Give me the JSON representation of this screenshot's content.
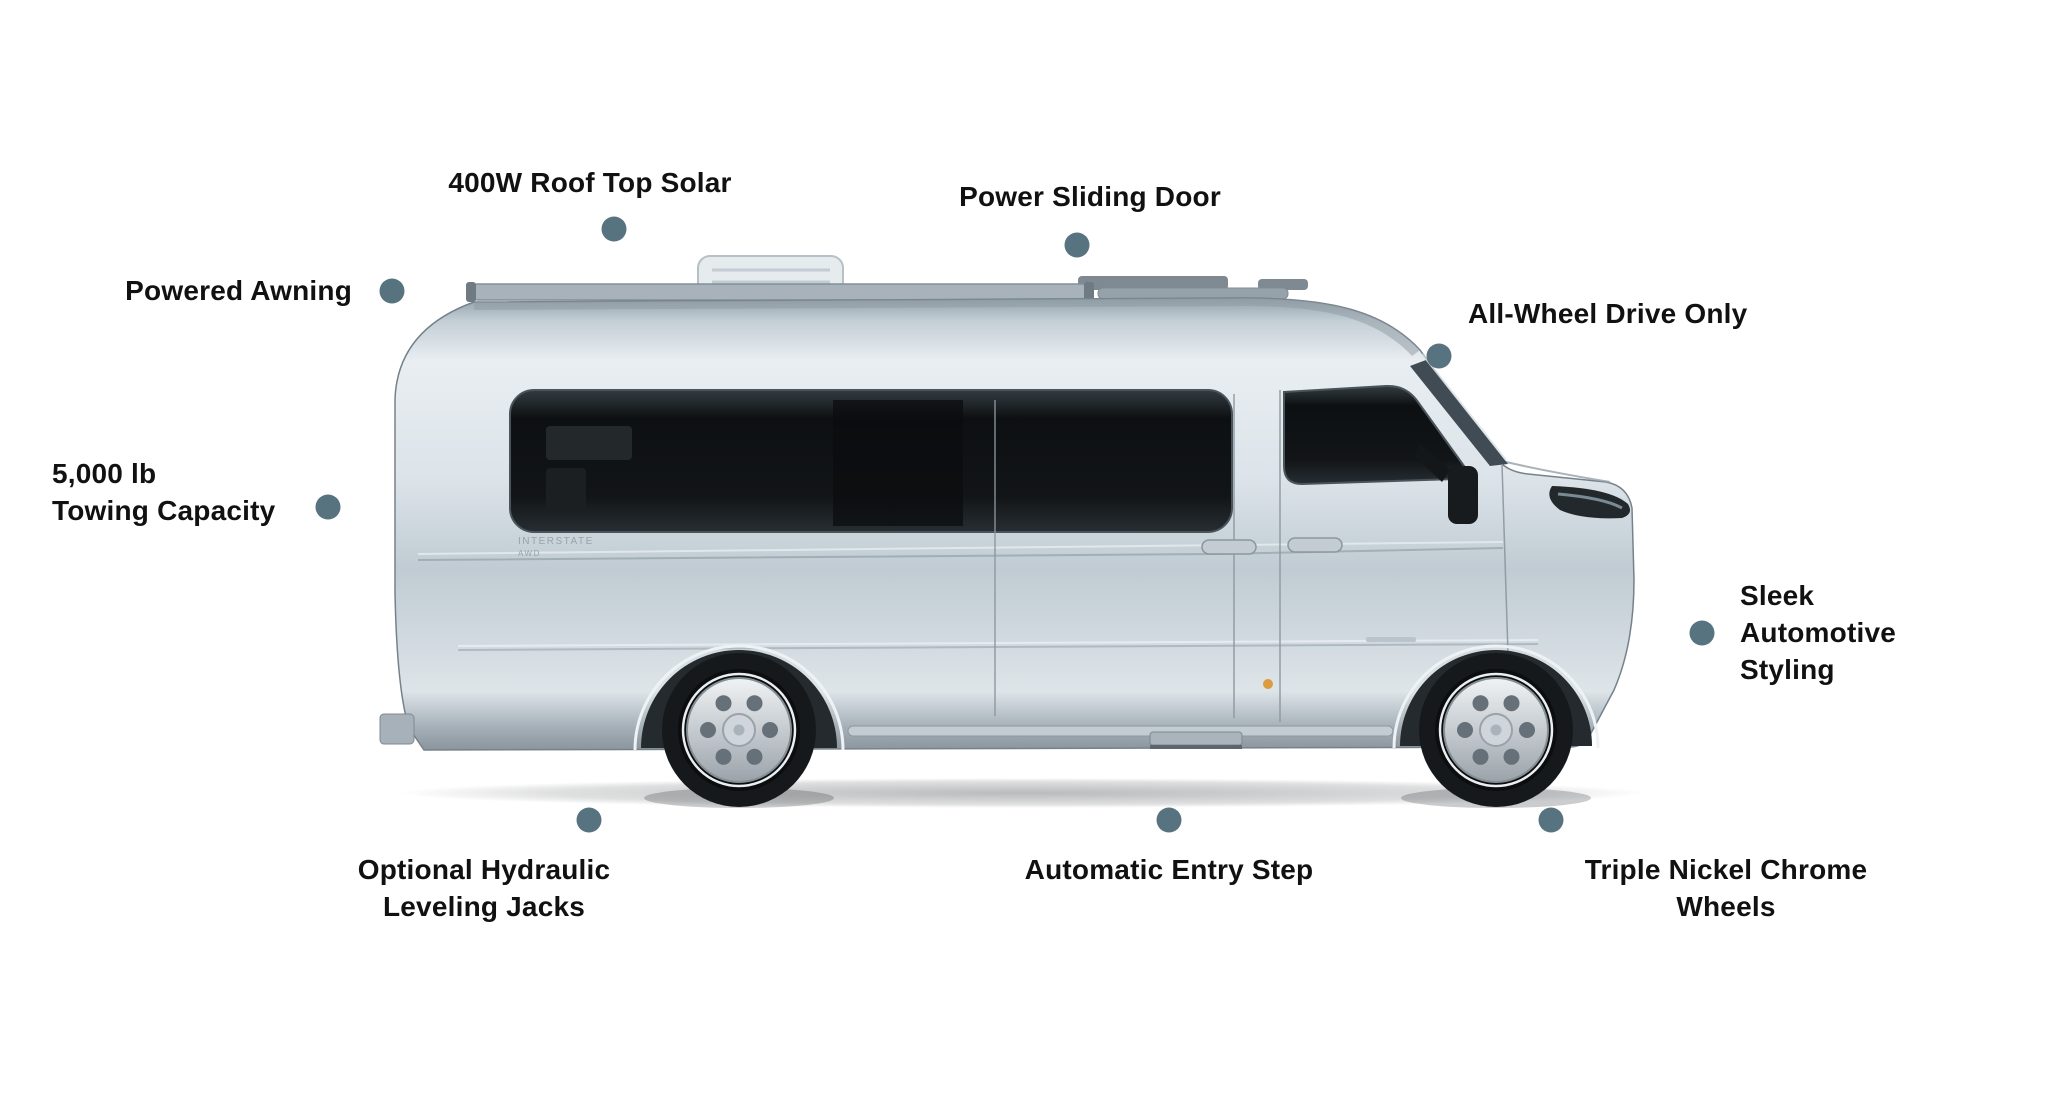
{
  "theme": {
    "dot_color": "#587380",
    "label_color": "#111111",
    "background": "#ffffff"
  },
  "vehicle": {
    "rear_badge": "INTERSTATE",
    "rear_badge_sub": "AWD"
  },
  "features": [
    {
      "id": "roof-top-solar",
      "label": "400W Roof Top Solar"
    },
    {
      "id": "power-sliding-door",
      "label": "Power Sliding Door"
    },
    {
      "id": "powered-awning",
      "label": "Powered Awning"
    },
    {
      "id": "all-wheel-drive",
      "label": "All-Wheel Drive Only"
    },
    {
      "id": "towing-capacity",
      "label": "5,000 lb\nTowing Capacity"
    },
    {
      "id": "sleek-styling",
      "label": "Sleek\nAutomotive\nStyling"
    },
    {
      "id": "leveling-jacks",
      "label": "Optional Hydraulic\nLeveling Jacks"
    },
    {
      "id": "entry-step",
      "label": "Automatic Entry Step"
    },
    {
      "id": "chrome-wheels",
      "label": "Triple Nickel Chrome Wheels"
    }
  ]
}
